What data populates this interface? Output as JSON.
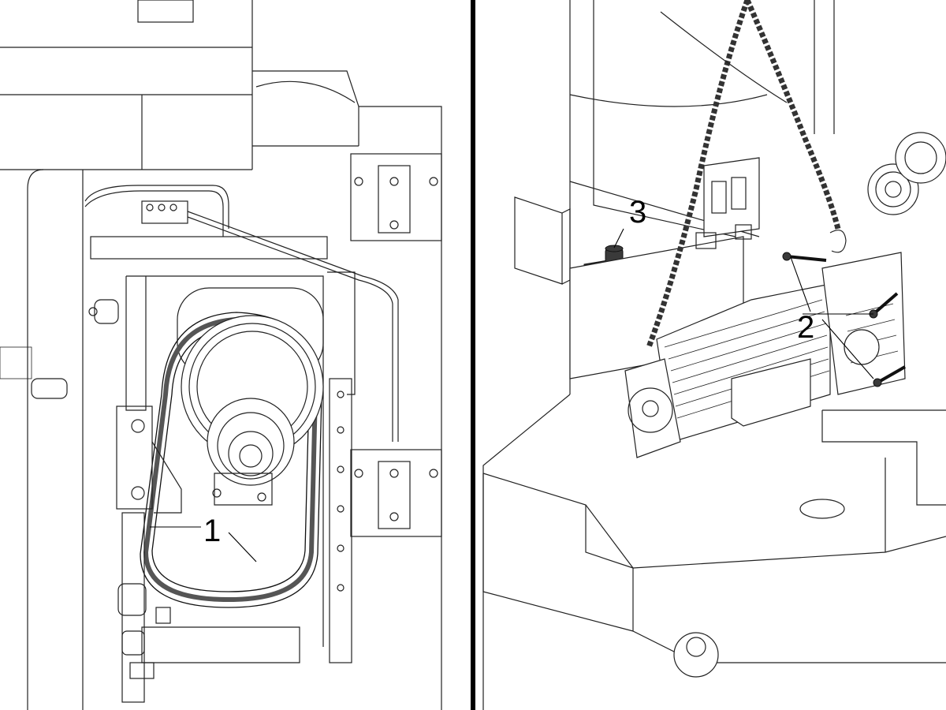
{
  "figure": {
    "callouts": {
      "belt": "1",
      "bolts": "2",
      "oiler": "3"
    }
  }
}
